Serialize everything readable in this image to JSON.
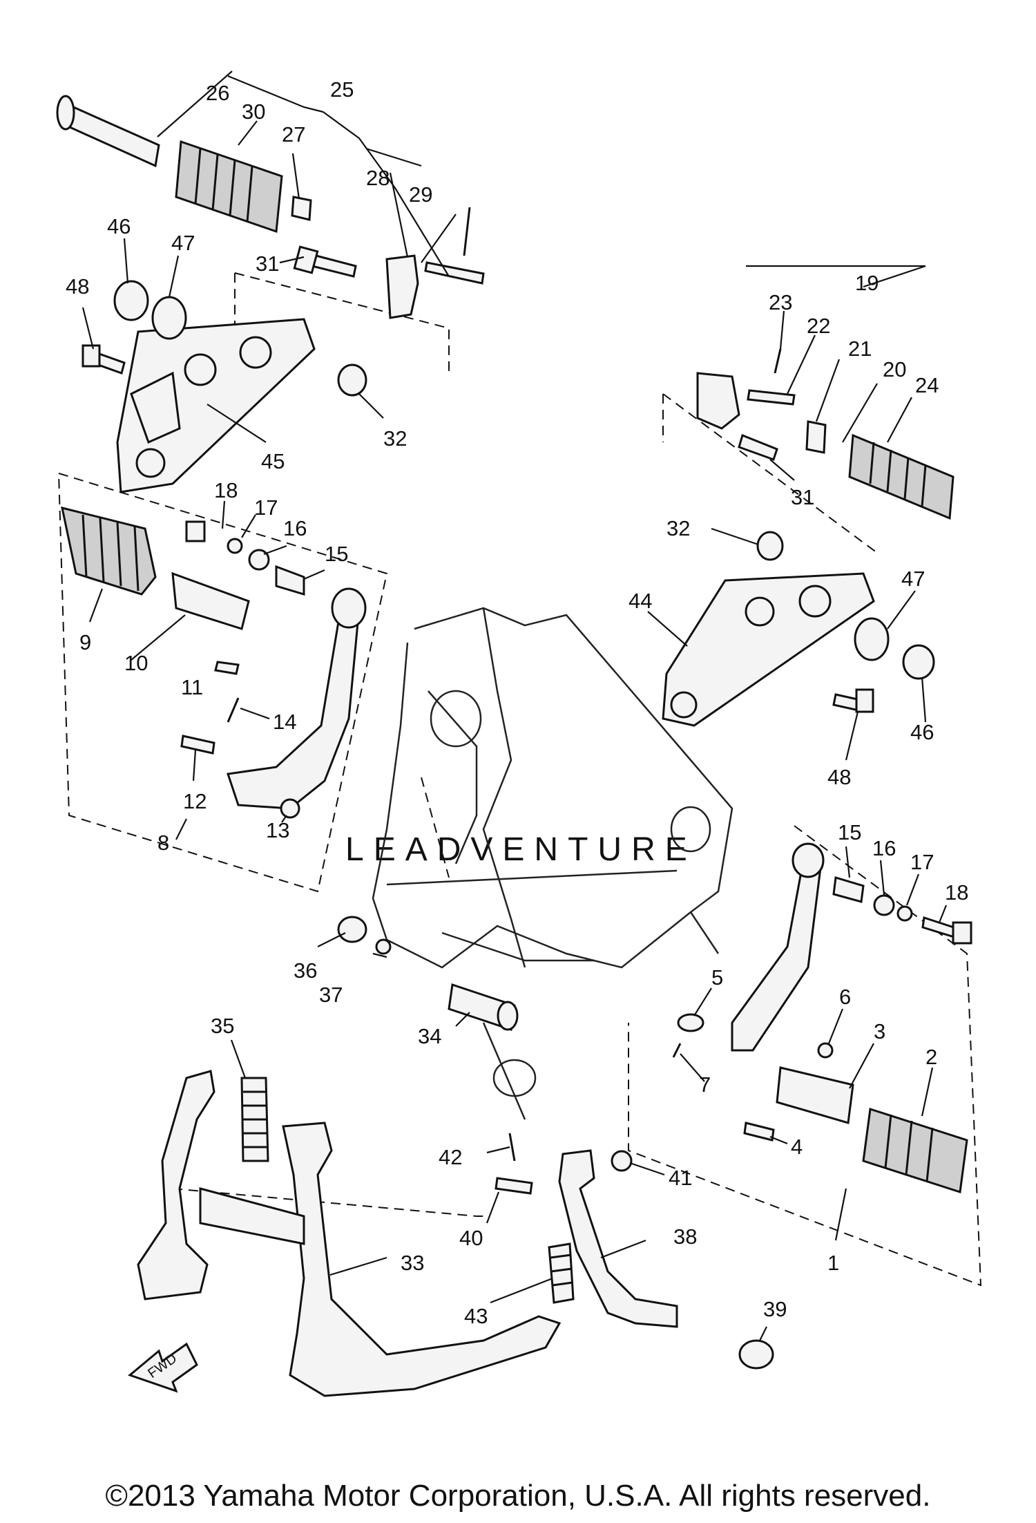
{
  "diagram": {
    "callouts": [
      "1",
      "2",
      "3",
      "4",
      "5",
      "6",
      "7",
      "8",
      "9",
      "10",
      "11",
      "12",
      "13",
      "14",
      "15",
      "16",
      "17",
      "18",
      "19",
      "20",
      "21",
      "22",
      "23",
      "24",
      "25",
      "26",
      "27",
      "28",
      "29",
      "30",
      "31",
      "32",
      "33",
      "34",
      "35",
      "36",
      "37",
      "38",
      "39",
      "40",
      "41",
      "42",
      "43",
      "44",
      "45",
      "46",
      "47",
      "48"
    ],
    "duplicate_labels": {
      "label_15_right": "15",
      "label_16_right": "16",
      "label_17_right": "17",
      "label_18_right": "18",
      "label_31_right": "31",
      "label_32_right": "32",
      "label_46_right": "46",
      "label_47_right": "47",
      "label_48_right": "48"
    },
    "fwd_label": "FWD",
    "watermark": "LEADVENTURE"
  },
  "footer": {
    "copyright": "©2013 Yamaha Motor Corporation, U.S.A. All rights reserved."
  }
}
